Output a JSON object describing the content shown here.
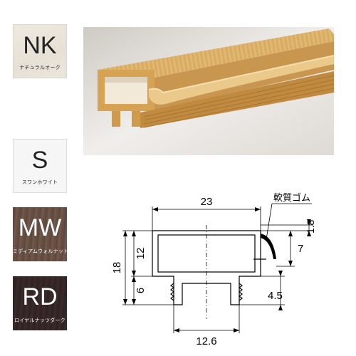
{
  "swatches": [
    {
      "code": "NK",
      "name": "ナチュラルオーク"
    },
    {
      "code": "S",
      "name": "スワンホワイト"
    },
    {
      "code": "MW",
      "name": "ミディアムウォルナット"
    },
    {
      "code": "RD",
      "name": "ロイヤルナッツダーク"
    }
  ],
  "drawing": {
    "gum_label": "軟質ゴム",
    "dims": {
      "width": "23",
      "top_gap": "1.8",
      "gum_height": "7",
      "total_height": "18",
      "upper_height": "12",
      "lower_height": "6",
      "bottom_gap": "4.5",
      "leg_span": "12.6"
    }
  }
}
